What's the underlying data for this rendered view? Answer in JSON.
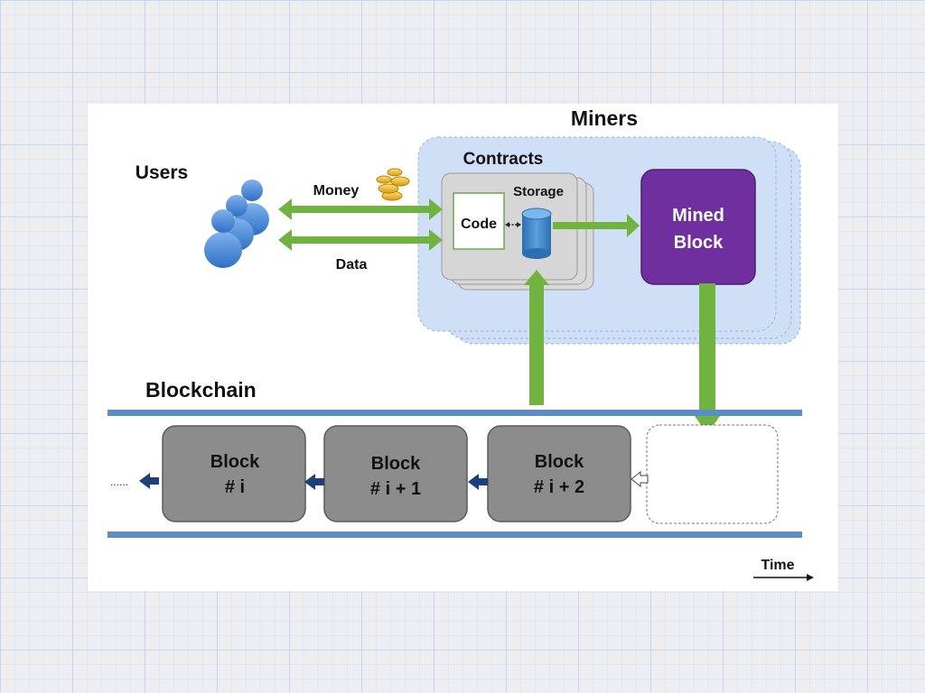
{
  "labels": {
    "miners": "Miners",
    "users": "Users",
    "contracts": "Contracts",
    "storage": "Storage",
    "code": "Code",
    "money": "Money",
    "data": "Data",
    "mined_block_line1": "Mined",
    "mined_block_line2": "Block",
    "blockchain": "Blockchain",
    "time": "Time",
    "ellipsis": "......"
  },
  "blocks": [
    {
      "title": "Block",
      "sub": "# i"
    },
    {
      "title": "Block",
      "sub": "# i + 1"
    },
    {
      "title": "Block",
      "sub": "# i + 2"
    }
  ],
  "colors": {
    "arrow_green": "#71b340",
    "mined_block": "#6f2f9f",
    "block_gray": "#8c8c8c",
    "chain_bar": "#5b8cc5",
    "block_arrow": "#1f3f78",
    "miners_fill": "#cfe0f6"
  },
  "icons": [
    "users-group-icon",
    "gold-coins-icon",
    "database-icon"
  ]
}
